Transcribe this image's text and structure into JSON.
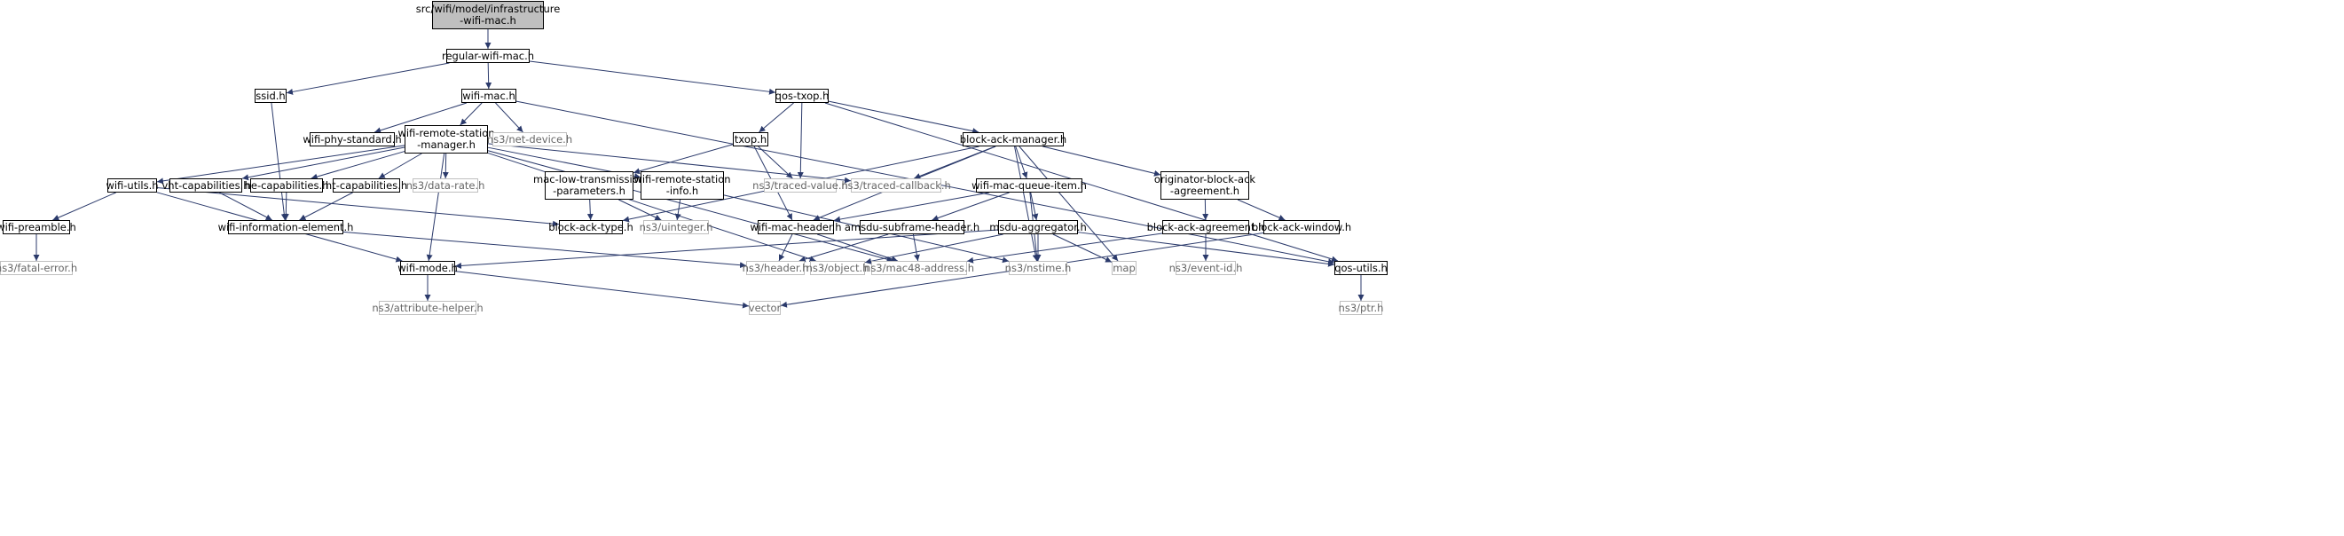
{
  "nodes": {
    "root": {
      "lines": [
        "src/wifi/model/infrastructure",
        "-wifi-mac.h"
      ],
      "kind": "root"
    },
    "regular": {
      "lines": [
        "regular-wifi-mac.h"
      ],
      "kind": "local"
    },
    "ssid": {
      "lines": [
        "ssid.h"
      ],
      "kind": "local"
    },
    "wifimac": {
      "lines": [
        "wifi-mac.h"
      ],
      "kind": "local"
    },
    "qostxop": {
      "lines": [
        "qos-txop.h"
      ],
      "kind": "local"
    },
    "phystd": {
      "lines": [
        "wifi-phy-standard.h"
      ],
      "kind": "local"
    },
    "rsm": {
      "lines": [
        "wifi-remote-station",
        "-manager.h"
      ],
      "kind": "local"
    },
    "netdev": {
      "lines": [
        "ns3/net-device.h"
      ],
      "kind": "ext"
    },
    "txop": {
      "lines": [
        "txop.h"
      ],
      "kind": "local"
    },
    "bam": {
      "lines": [
        "block-ack-manager.h"
      ],
      "kind": "local"
    },
    "wutils": {
      "lines": [
        "wifi-utils.h"
      ],
      "kind": "local"
    },
    "vht": {
      "lines": [
        "vht-capabilities.h"
      ],
      "kind": "local"
    },
    "he": {
      "lines": [
        "he-capabilities.h"
      ],
      "kind": "local"
    },
    "ht": {
      "lines": [
        "ht-capabilities.h"
      ],
      "kind": "local"
    },
    "datarate": {
      "lines": [
        "ns3/data-rate.h"
      ],
      "kind": "ext"
    },
    "mltp": {
      "lines": [
        "mac-low-transmission",
        "-parameters.h"
      ],
      "kind": "local"
    },
    "rsi": {
      "lines": [
        "wifi-remote-station",
        "-info.h"
      ],
      "kind": "local"
    },
    "tracedval": {
      "lines": [
        "ns3/traced-value.h"
      ],
      "kind": "ext"
    },
    "tracedcb": {
      "lines": [
        "ns3/traced-callback.h"
      ],
      "kind": "ext"
    },
    "wmqi": {
      "lines": [
        "wifi-mac-queue-item.h"
      ],
      "kind": "local"
    },
    "oba": {
      "lines": [
        "originator-block-ack",
        "-agreement.h"
      ],
      "kind": "local"
    },
    "preamble": {
      "lines": [
        "wifi-preamble.h"
      ],
      "kind": "local"
    },
    "wie": {
      "lines": [
        "wifi-information-element.h"
      ],
      "kind": "local"
    },
    "batype": {
      "lines": [
        "block-ack-type.h"
      ],
      "kind": "local"
    },
    "uinteger": {
      "lines": [
        "ns3/uinteger.h"
      ],
      "kind": "ext"
    },
    "wmh": {
      "lines": [
        "wifi-mac-header.h"
      ],
      "kind": "local"
    },
    "amsdu": {
      "lines": [
        "amsdu-subframe-header.h"
      ],
      "kind": "local"
    },
    "msdu": {
      "lines": [
        "msdu-aggregator.h"
      ],
      "kind": "local"
    },
    "baa": {
      "lines": [
        "block-ack-agreement.h"
      ],
      "kind": "local"
    },
    "baw": {
      "lines": [
        "block-ack-window.h"
      ],
      "kind": "local"
    },
    "fatal": {
      "lines": [
        "ns3/fatal-error.h"
      ],
      "kind": "ext"
    },
    "wmode": {
      "lines": [
        "wifi-mode.h"
      ],
      "kind": "local"
    },
    "header": {
      "lines": [
        "ns3/header.h"
      ],
      "kind": "ext"
    },
    "object": {
      "lines": [
        "ns3/object.h"
      ],
      "kind": "ext"
    },
    "mac48": {
      "lines": [
        "ns3/mac48-address.h"
      ],
      "kind": "ext"
    },
    "nstime": {
      "lines": [
        "ns3/nstime.h"
      ],
      "kind": "ext"
    },
    "map": {
      "lines": [
        "map"
      ],
      "kind": "ext"
    },
    "eventid": {
      "lines": [
        "ns3/event-id.h"
      ],
      "kind": "ext"
    },
    "qosutils": {
      "lines": [
        "qos-utils.h"
      ],
      "kind": "local"
    },
    "attrhelper": {
      "lines": [
        "ns3/attribute-helper.h"
      ],
      "kind": "ext"
    },
    "vector": {
      "lines": [
        "vector"
      ],
      "kind": "ext"
    },
    "ptr": {
      "lines": [
        "ns3/ptr.h"
      ],
      "kind": "ext"
    }
  },
  "edges": [
    [
      "root",
      "regular"
    ],
    [
      "regular",
      "ssid"
    ],
    [
      "regular",
      "wifimac"
    ],
    [
      "regular",
      "qostxop"
    ],
    [
      "ssid",
      "wie"
    ],
    [
      "wifimac",
      "phystd"
    ],
    [
      "wifimac",
      "rsm"
    ],
    [
      "wifimac",
      "netdev"
    ],
    [
      "wifimac",
      "qosutils"
    ],
    [
      "qostxop",
      "txop"
    ],
    [
      "qostxop",
      "tracedval"
    ],
    [
      "qostxop",
      "bam"
    ],
    [
      "qostxop",
      "qosutils"
    ],
    [
      "rsm",
      "wutils"
    ],
    [
      "rsm",
      "vht"
    ],
    [
      "rsm",
      "he"
    ],
    [
      "rsm",
      "ht"
    ],
    [
      "rsm",
      "datarate"
    ],
    [
      "rsm",
      "rsi"
    ],
    [
      "rsm",
      "tracedcb"
    ],
    [
      "rsm",
      "wmode"
    ],
    [
      "rsm",
      "object"
    ],
    [
      "rsm",
      "mac48"
    ],
    [
      "txop",
      "mltp"
    ],
    [
      "txop",
      "tracedval"
    ],
    [
      "txop",
      "wmh"
    ],
    [
      "bam",
      "tracedcb"
    ],
    [
      "bam",
      "wmqi"
    ],
    [
      "bam",
      "oba"
    ],
    [
      "bam",
      "batype"
    ],
    [
      "bam",
      "wmh"
    ],
    [
      "bam",
      "nstime"
    ],
    [
      "bam",
      "map"
    ],
    [
      "wutils",
      "preamble"
    ],
    [
      "wutils",
      "batype"
    ],
    [
      "wutils",
      "wmode"
    ],
    [
      "vht",
      "wie"
    ],
    [
      "he",
      "wie"
    ],
    [
      "ht",
      "wie"
    ],
    [
      "mltp",
      "batype"
    ],
    [
      "mltp",
      "uinteger"
    ],
    [
      "rsi",
      "uinteger"
    ],
    [
      "rsi",
      "nstime"
    ],
    [
      "wmqi",
      "wmh"
    ],
    [
      "wmqi",
      "amsdu"
    ],
    [
      "wmqi",
      "msdu"
    ],
    [
      "wmqi",
      "nstime"
    ],
    [
      "oba",
      "baa"
    ],
    [
      "oba",
      "baw"
    ],
    [
      "preamble",
      "fatal"
    ],
    [
      "wie",
      "header"
    ],
    [
      "wmh",
      "header"
    ],
    [
      "wmh",
      "mac48"
    ],
    [
      "amsdu",
      "header"
    ],
    [
      "amsdu",
      "mac48"
    ],
    [
      "msdu",
      "wmode"
    ],
    [
      "msdu",
      "object"
    ],
    [
      "msdu",
      "nstime"
    ],
    [
      "msdu",
      "map"
    ],
    [
      "msdu",
      "qosutils"
    ],
    [
      "baa",
      "mac48"
    ],
    [
      "baa",
      "eventid"
    ],
    [
      "baw",
      "vector"
    ],
    [
      "wmode",
      "attrhelper"
    ],
    [
      "wmode",
      "vector"
    ],
    [
      "qosutils",
      "ptr"
    ]
  ]
}
